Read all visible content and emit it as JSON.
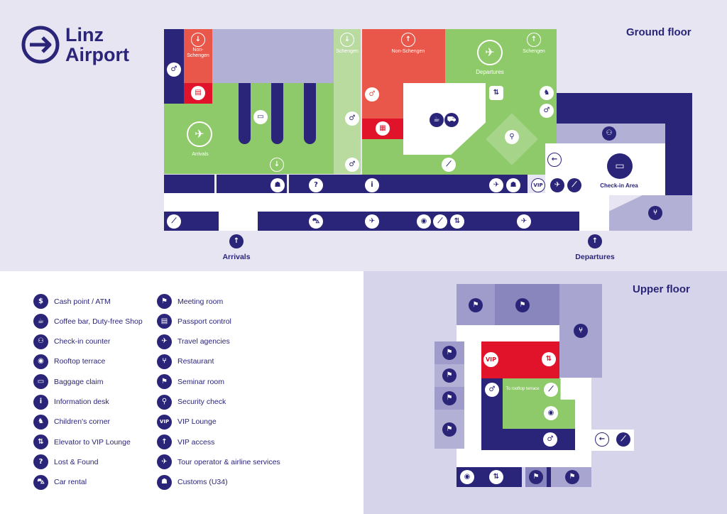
{
  "brand": {
    "line1": "Linz",
    "line2": "Airport"
  },
  "colors": {
    "navy": "#2a2579",
    "green": "#8fca6a",
    "light_green": "#b9dba0",
    "red": "#e9574a",
    "vip_red": "#e0132a",
    "lavender": "#b3b0d6",
    "page_lavender": "#e6e5f1"
  },
  "ground_floor": {
    "title": "Ground floor",
    "zones": {
      "non_schengen_arrivals": "Non-\nSchengen",
      "schengen_arrivals": "Schengen",
      "arrivals": "Arrivals",
      "non_schengen_departures": "Non-Schengen",
      "departures": "Departures",
      "schengen_departures": "Schengen",
      "checkin_area": "Check-in Area"
    },
    "flows": {
      "arrivals": "Arrivals",
      "departures": "Departures"
    }
  },
  "upper_floor": {
    "title": "Upper floor",
    "vip_badge": "VIP",
    "rooftop_label": "To rooftop terrace"
  },
  "legend": {
    "left": [
      {
        "icon": "atm-icon",
        "glyph": "$",
        "label": "Cash point / ATM"
      },
      {
        "icon": "coffee-dutyfree-icon",
        "glyph": "☕",
        "label": "Coffee bar, Duty-free Shop"
      },
      {
        "icon": "checkin-counter-icon",
        "glyph": "⚇",
        "label": "Check-in counter"
      },
      {
        "icon": "rooftop-terrace-icon",
        "glyph": "◉",
        "label": "Rooftop terrace"
      },
      {
        "icon": "baggage-claim-icon",
        "glyph": "▭",
        "label": "Baggage claim"
      },
      {
        "icon": "information-icon",
        "glyph": "i",
        "label": "Information desk"
      },
      {
        "icon": "childrens-corner-icon",
        "glyph": "♞",
        "label": "Children's corner"
      },
      {
        "icon": "vip-elevator-icon",
        "glyph": "⇅",
        "label": "Elevator to VIP Lounge"
      },
      {
        "icon": "lost-found-icon",
        "glyph": "?",
        "label": "Lost & Found"
      },
      {
        "icon": "car-rental-icon",
        "glyph": "⛍",
        "label": "Car rental"
      }
    ],
    "right": [
      {
        "icon": "meeting-room-icon",
        "glyph": "⚑",
        "label": "Meeting room"
      },
      {
        "icon": "passport-control-icon",
        "glyph": "▤",
        "label": "Passport control"
      },
      {
        "icon": "travel-agencies-icon",
        "glyph": "✈",
        "label": "Travel agencies"
      },
      {
        "icon": "restaurant-icon",
        "glyph": "⑂",
        "label": "Restaurant"
      },
      {
        "icon": "seminar-room-icon",
        "glyph": "⚑",
        "label": "Seminar room"
      },
      {
        "icon": "security-check-icon",
        "glyph": "⚲",
        "label": "Security check"
      },
      {
        "icon": "vip-lounge-icon",
        "glyph": "VIP",
        "label": "VIP Lounge"
      },
      {
        "icon": "vip-access-icon",
        "glyph": "↑",
        "label": "VIP access"
      },
      {
        "icon": "tour-operator-icon",
        "glyph": "✈",
        "label": "Tour operator & airline services"
      },
      {
        "icon": "customs-icon",
        "glyph": "☗",
        "label": "Customs (U34)"
      }
    ]
  }
}
